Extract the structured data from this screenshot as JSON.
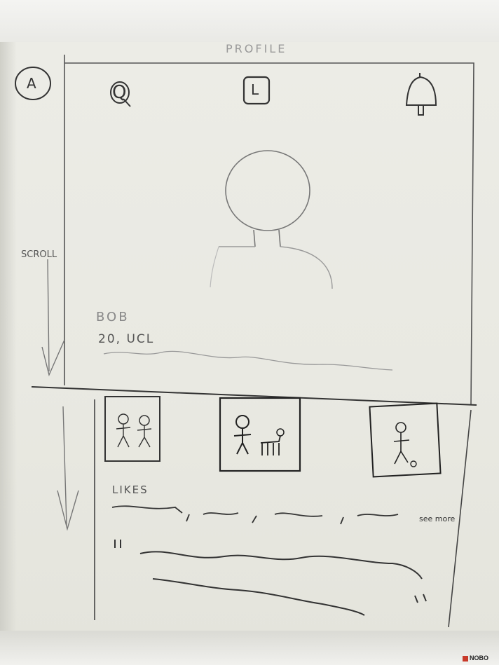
{
  "header": {
    "title": "PROFILE"
  },
  "nav_icons": [
    {
      "name": "avatar-a-icon",
      "letter": "A"
    },
    {
      "name": "search-icon",
      "letter": "Q"
    },
    {
      "name": "l-square-icon",
      "letter": "L"
    },
    {
      "name": "bell-icon"
    }
  ],
  "scroll_label": "SCROLL",
  "profile": {
    "name": "BOB",
    "subtitle": "20, UCL"
  },
  "likes": {
    "label": "LIKES",
    "see_more": "see more"
  },
  "brand": "NOBO"
}
